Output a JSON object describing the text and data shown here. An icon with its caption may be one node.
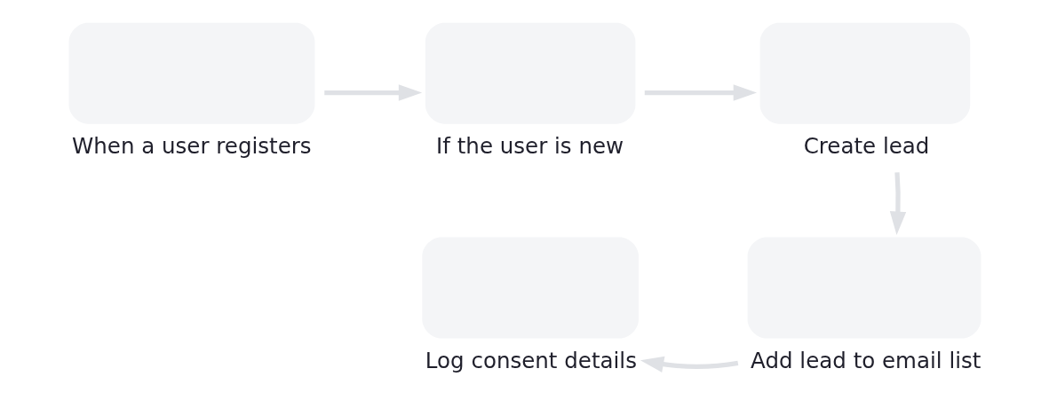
{
  "diagram": {
    "nodes": [
      {
        "text": [
          "When a user registers"
        ]
      },
      {
        "text": [
          "If the user is new"
        ]
      },
      {
        "text": [
          "Create lead"
        ]
      },
      {
        "text": [
          "Add lead to email list"
        ]
      },
      {
        "text": [
          "Log consent details"
        ]
      }
    ],
    "edges": [
      {
        "from": 0,
        "to": 1,
        "arrow": "to"
      },
      {
        "from": 1,
        "to": 2,
        "arrow": "to"
      },
      {
        "from": 2,
        "to": 3,
        "arrow": "to"
      },
      {
        "from": 3,
        "to": 4,
        "arrow": "to"
      }
    ]
  }
}
